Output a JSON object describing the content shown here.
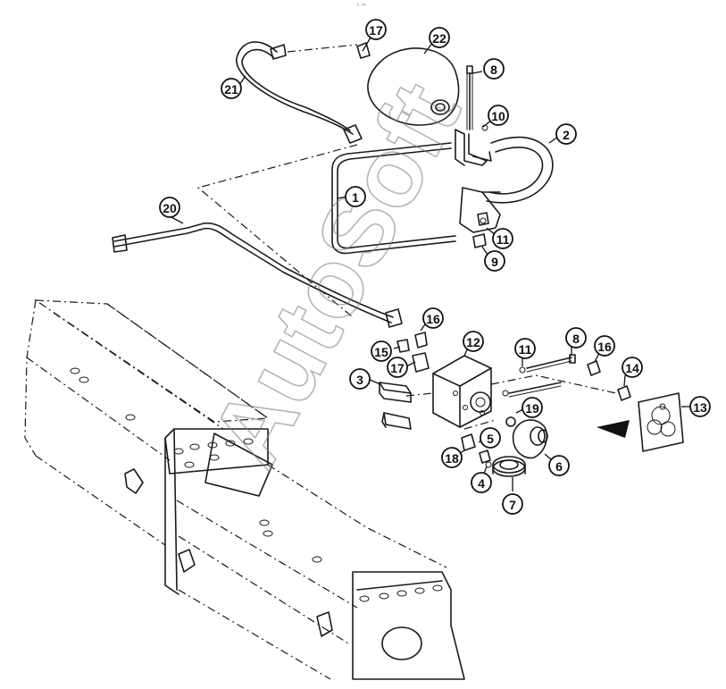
{
  "diagram": {
    "top_mark": "ᵗ ᵐ",
    "watermark": "AutoSoft",
    "callouts": [
      {
        "id": "c17a",
        "label": "17"
      },
      {
        "id": "c22",
        "label": "22"
      },
      {
        "id": "c21",
        "label": "21"
      },
      {
        "id": "c8a",
        "label": "8"
      },
      {
        "id": "c10",
        "label": "10"
      },
      {
        "id": "c2",
        "label": "2"
      },
      {
        "id": "c1",
        "label": "1"
      },
      {
        "id": "c20",
        "label": "20"
      },
      {
        "id": "c11a",
        "label": "11"
      },
      {
        "id": "c9",
        "label": "9"
      },
      {
        "id": "c16a",
        "label": "16"
      },
      {
        "id": "c12",
        "label": "12"
      },
      {
        "id": "c15",
        "label": "15"
      },
      {
        "id": "c3",
        "label": "3"
      },
      {
        "id": "c17b",
        "label": "17"
      },
      {
        "id": "c11b",
        "label": "11"
      },
      {
        "id": "c8b",
        "label": "8"
      },
      {
        "id": "c16b",
        "label": "16"
      },
      {
        "id": "c14",
        "label": "14"
      },
      {
        "id": "c13",
        "label": "13"
      },
      {
        "id": "c19",
        "label": "19"
      },
      {
        "id": "c5",
        "label": "5"
      },
      {
        "id": "c18",
        "label": "18"
      },
      {
        "id": "c6",
        "label": "6"
      },
      {
        "id": "c4",
        "label": "4"
      },
      {
        "id": "c7",
        "label": "7"
      }
    ]
  }
}
